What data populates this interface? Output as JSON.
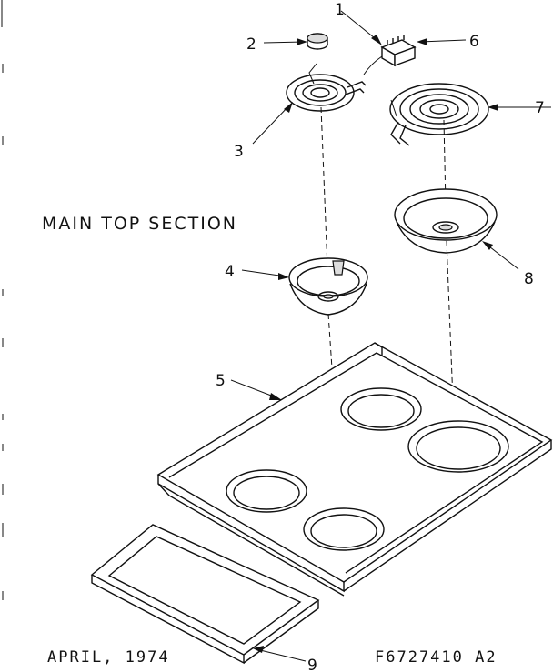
{
  "diagram": {
    "title": "MAIN TOP SECTION",
    "footer_left": "APRIL, 1974",
    "footer_right": "F6727410 A2",
    "callouts": [
      "1",
      "2",
      "3",
      "4",
      "5",
      "6",
      "7",
      "8",
      "9"
    ]
  }
}
